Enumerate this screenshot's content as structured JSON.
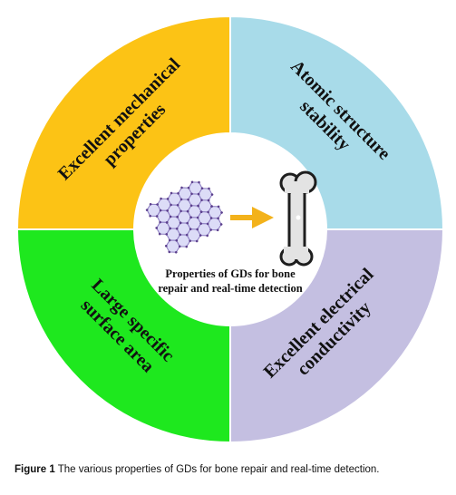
{
  "center": {
    "line1": "Properties of GDs for bone",
    "line2": "repair and real-time detection"
  },
  "quadrants": {
    "top_left": {
      "line1": "Excellent mechanical",
      "line2": "properties",
      "color": "#FCC315"
    },
    "top_right": {
      "line1": "Atomic structure",
      "line2": "stability",
      "color": "#A8DBE9"
    },
    "bottom_left": {
      "line1": "Large specific",
      "line2": "surface area",
      "color": "#1EE81E"
    },
    "bottom_right": {
      "line1": "Excellent electrical",
      "line2": "conductivity",
      "color": "#C4BFE1"
    }
  },
  "icons": {
    "graphene": "graphene-lattice-icon",
    "arrow": "arrow-right-icon",
    "bone": "bone-icon"
  },
  "colors": {
    "arrow": "#F3B21B",
    "lattice_fill": "#DCDCF7",
    "lattice_stroke": "#8A7AC0",
    "lattice_atom": "#5A3E8C"
  },
  "caption": {
    "label": "Figure 1",
    "text": " The various properties of GDs for bone repair and real-time detection."
  }
}
